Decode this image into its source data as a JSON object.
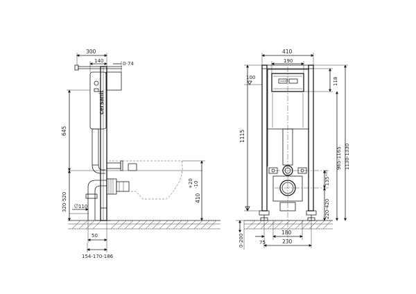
{
  "side_view": {
    "brand": "cersanit",
    "dims": {
      "d300": "300",
      "d140": "140",
      "d0_74": "0-74",
      "d645": "645",
      "d320_520": "320-520",
      "d110": "110",
      "d50": "50",
      "d154": "154-170-186",
      "d410": "410",
      "d20": "+20",
      "dm10": "-10"
    }
  },
  "front_view": {
    "dims": {
      "d410": "410",
      "d190": "190",
      "d100": "100",
      "d118": "118",
      "d1115": "1115",
      "d965": "965-1165",
      "d1130": "1130-1330",
      "d135": "135",
      "d135_sup": "+15",
      "d220": "220-420",
      "d0_200": "0-200",
      "d75": "75",
      "d180": "180",
      "d230": "230"
    }
  }
}
